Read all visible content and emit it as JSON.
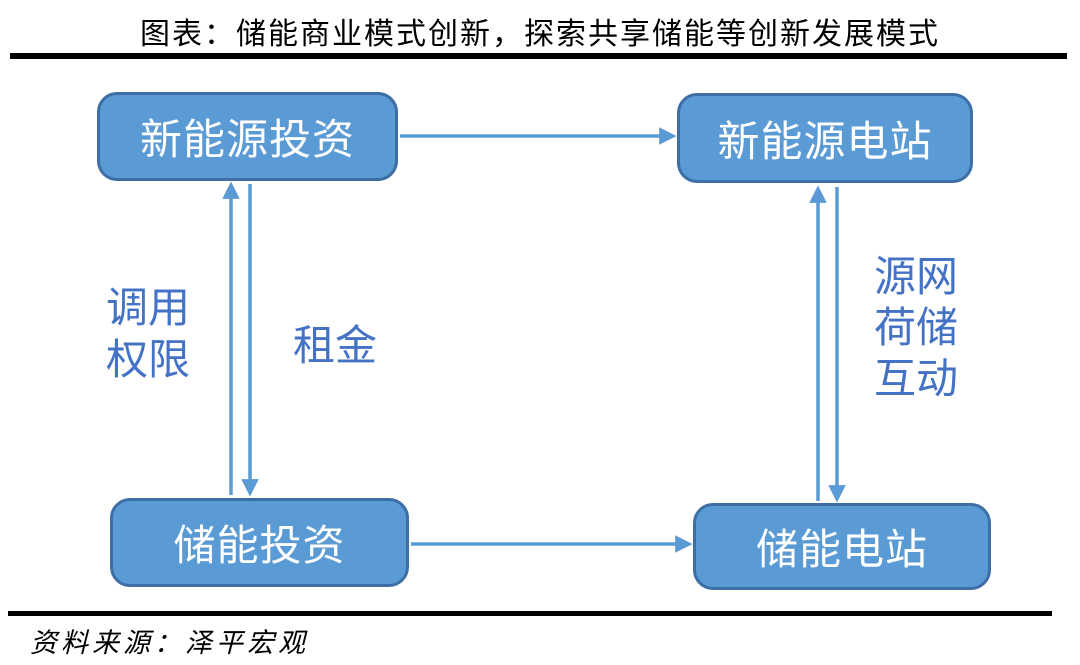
{
  "title": "图表：储能商业模式创新，探索共享储能等创新发展模式",
  "source_note": "资料来源：泽平宏观",
  "colors": {
    "node_fill": "#5B9BD5",
    "node_border": "#3D6EA5",
    "node_text": "#FFFFFF",
    "arrow": "#5B9BD5",
    "edge_label_text": "#4472C4",
    "rule": "#000000",
    "background": "#FFFFFF"
  },
  "diagram": {
    "nodes": [
      {
        "id": "new-energy-investment",
        "label": "新能源投资"
      },
      {
        "id": "new-energy-station",
        "label": "新能源电站"
      },
      {
        "id": "storage-investment",
        "label": "储能投资"
      },
      {
        "id": "storage-station",
        "label": "储能电站"
      }
    ],
    "edges": [
      {
        "from": "新能源投资",
        "to": "新能源电站",
        "label": ""
      },
      {
        "from": "储能投资",
        "to": "储能电站",
        "label": ""
      },
      {
        "from": "储能投资",
        "to": "新能源投资",
        "label": "调用权限"
      },
      {
        "from": "新能源投资",
        "to": "储能投资",
        "label": "租金"
      },
      {
        "from": "储能电站",
        "to": "新能源电站",
        "label": "源网荷储互动"
      },
      {
        "from": "新能源电站",
        "to": "储能电站",
        "label": "源网荷储互动"
      }
    ],
    "edge_labels": [
      {
        "id": "call-rights",
        "text": "调用权限",
        "text_multiline": "调用\n权限"
      },
      {
        "id": "rent",
        "text": "租金",
        "text_multiline": "租金"
      },
      {
        "id": "interaction",
        "text": "源网荷储互动",
        "text_multiline": "源网\n荷储\n互动"
      }
    ]
  }
}
